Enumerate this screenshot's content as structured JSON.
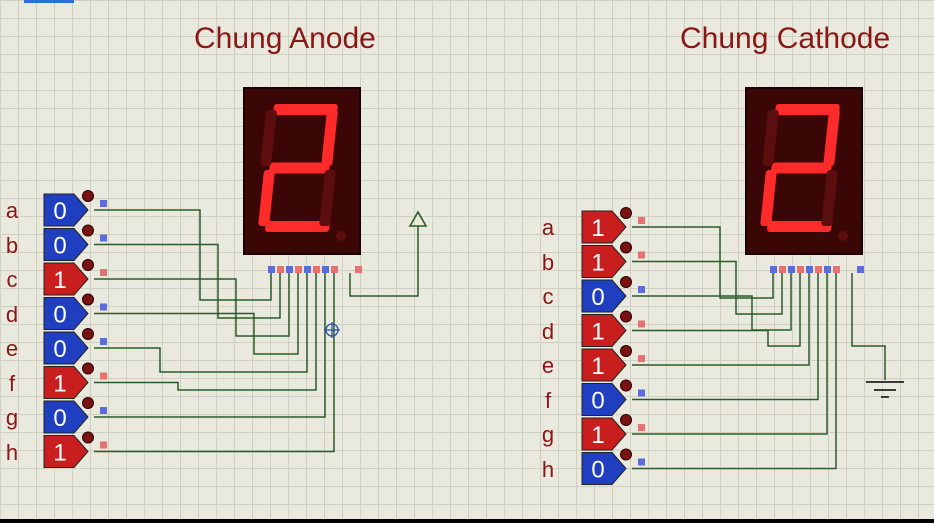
{
  "titles": {
    "anode": "Chung Anode",
    "cathode": "Chung Cathode"
  },
  "pin_names": [
    "a",
    "b",
    "c",
    "d",
    "e",
    "f",
    "g",
    "h"
  ],
  "anode": {
    "values": [
      "0",
      "0",
      "1",
      "0",
      "0",
      "1",
      "0",
      "1"
    ],
    "display_digit": "2",
    "common": "power"
  },
  "cathode": {
    "values": [
      "1",
      "1",
      "0",
      "1",
      "1",
      "0",
      "1",
      "0"
    ],
    "display_digit": "2",
    "common": "ground"
  },
  "colors": {
    "logic_one": "#c81e1e",
    "logic_zero": "#1f3fc0",
    "wire": "#2a5a2a",
    "segment_on": "#ff2a2a",
    "segment_off": "#5c0d0d",
    "display_body": "#3a0606",
    "title": "#8a1616"
  }
}
